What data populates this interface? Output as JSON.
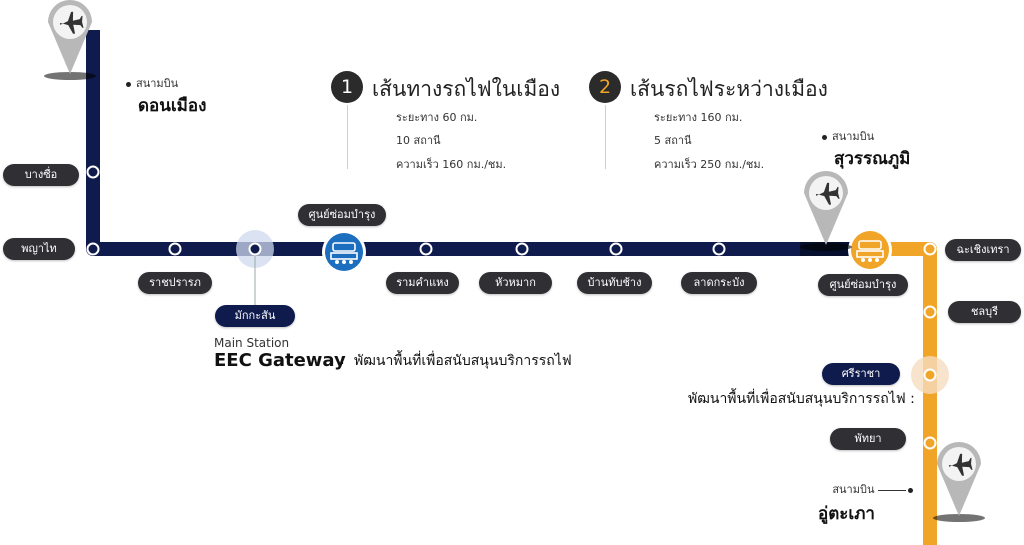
{
  "colors": {
    "city_line": "#0f1a4d",
    "intercity_line": "#f0a428",
    "pill": "#2f2f34",
    "pill_highlight": "#0f1a4d"
  },
  "airports": {
    "don_mueang": {
      "label_small": "สนามบิน",
      "label_big": "ดอนเมือง",
      "icon": "airplane-icon"
    },
    "suvarnabhumi": {
      "label_small": "สนามบิน",
      "label_big": "สุวรรณภูมิ",
      "icon": "airplane-icon"
    },
    "u_tapao": {
      "label_small": "สนามบิน",
      "label_big": "อู่ตะเภา",
      "icon": "airplane-icon"
    }
  },
  "routes": {
    "city": {
      "number": "1",
      "title": "เส้นทางรถไฟในเมือง",
      "distance": "ระยะทาง  60  กม.",
      "stations": "10 สถานี",
      "speed": "ความเร็ว 160 กม./ชม."
    },
    "intercity": {
      "number": "2",
      "title": "เส้นรถไฟระหว่างเมือง",
      "distance": "ระยะทาง  160  กม.",
      "stations": "5 สถานี",
      "speed": "ความเร็ว 250 กม./ชม."
    }
  },
  "stations": {
    "bang_sue": "บางซื่อ",
    "phaya_thai": "พญาไท",
    "ratchaprarop": "ราชปรารภ",
    "makkasan": "มักกะสัน",
    "ramkhamhaeng": "รามคำแหง",
    "hua_mak": "หัวหมาก",
    "ban_thap_chang": "บ้านทับช้าง",
    "lat_krabang": "ลาดกระบัง",
    "chachoengsao": "ฉะเชิงเทรา",
    "chonburi": "ชลบุรี",
    "si_racha": "ศรีราชา",
    "pattaya": "พัทยา"
  },
  "depots": {
    "label": "ศูนย์ซ่อมบำรุง",
    "icon": "maintenance-depot-icon"
  },
  "eec": {
    "caption_small": "Main Station",
    "caption_big": "EEC Gateway",
    "separator": ":",
    "description": "พัฒนาพื้นที่เพื่อสนับสนุนบริการรถไฟ",
    "si_racha_description": "พัฒนาพื้นที่เพื่อสนับสนุนบริการรถไฟ :"
  }
}
